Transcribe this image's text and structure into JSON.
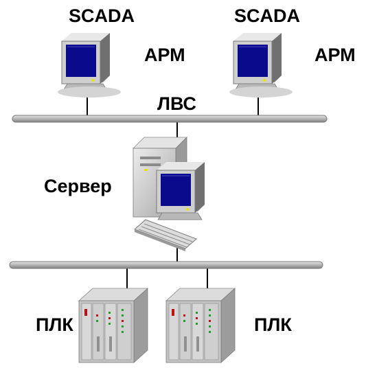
{
  "labels": {
    "scada_left": "SCADA",
    "scada_right": "SCADA",
    "arm_left": "АРМ",
    "arm_right": "АРМ",
    "lan": "ЛВС",
    "server": "Сервер",
    "plc_left": "ПЛК",
    "plc_right": "ПЛК"
  },
  "colors": {
    "bus": "#b0b0b0",
    "device_body": "#c8c8c8",
    "screen": "#0a0a8c",
    "line": "#000000"
  }
}
